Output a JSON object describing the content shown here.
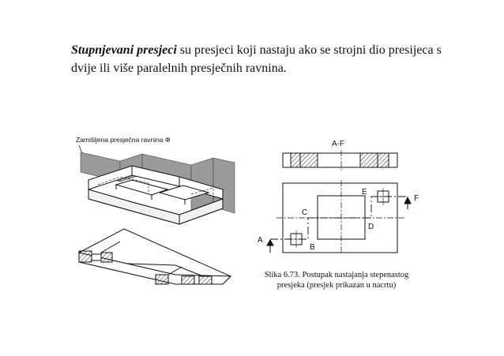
{
  "intro": {
    "term": "Stupnjevani presjeci",
    "rest": " su presjeci koji nastaju ako se strojni dio presijeca s dvije ili više paralelnih presječnih ravnina."
  },
  "figure": {
    "plane_label": "Zamišljena presječna ravnina Φ",
    "section_title": "A-F",
    "letters": {
      "a": "A",
      "b": "B",
      "c": "C",
      "d": "D",
      "e": "E",
      "f": "F"
    },
    "caption_line1": "Slika 6.73. Postupak nastajanja stepenastog",
    "caption_line2": "presjeka (presjek prikazan u nacrtu)"
  }
}
